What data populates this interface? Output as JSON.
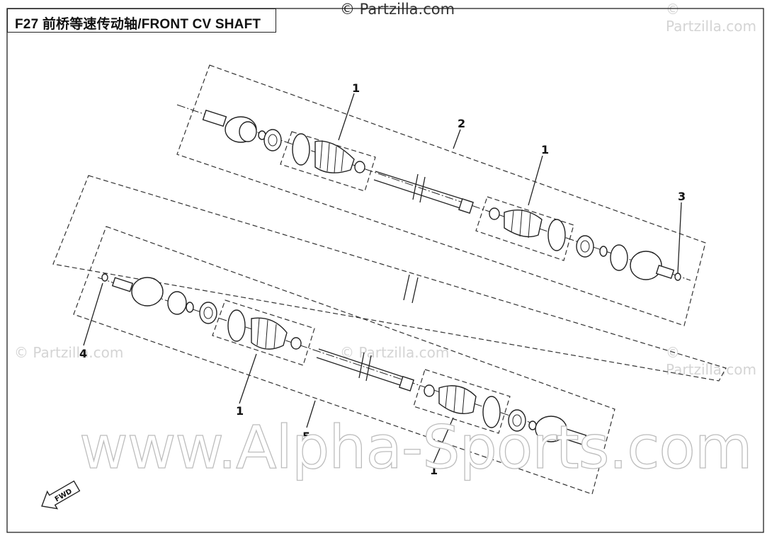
{
  "title": "F27  前桥等速传动轴/FRONT CV SHAFT",
  "watermarks": {
    "top": "© Partzilla.com",
    "faint": "© Partzilla.com",
    "big": "www.Alpha-Sports.com"
  },
  "callouts": [
    "1",
    "2",
    "1",
    "3",
    "4",
    "1",
    "5",
    "1"
  ],
  "fwd_label": "FWD"
}
